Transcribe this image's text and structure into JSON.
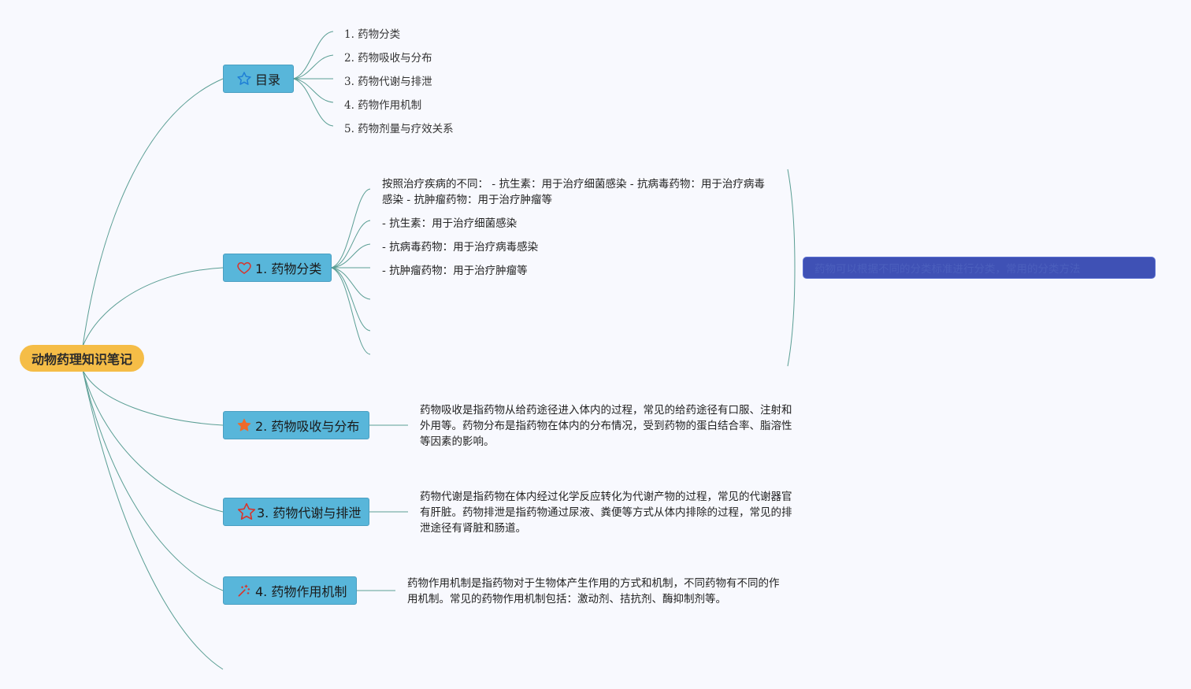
{
  "root": {
    "label": "动物药理知识笔记"
  },
  "toc": {
    "label": "目录",
    "icon": "star-outline-icon",
    "items": [
      "1. 药物分类",
      "2. 药物吸收与分布",
      "3. 药物代谢与排泄",
      "4. 药物作用机制",
      "5. 药物剂量与疗效关系"
    ]
  },
  "classification": {
    "label": "1. 药物分类",
    "icon": "heart-icon",
    "line1": "按照治疗疾病的不同：  - 抗生素：用于治疗细菌感染 - 抗病毒药物：用于治疗病毒",
    "line2": "感染 - 抗肿瘤药物：用于治疗肿瘤等",
    "items": [
      "- 抗生素：用于治疗细菌感染",
      "- 抗病毒药物：用于治疗病毒感染",
      "- 抗肿瘤药物：用于治疗肿瘤等"
    ],
    "summary": "药物可以根据不同的分类标准进行分类，常用的分类方法"
  },
  "absorption": {
    "label": "2. 药物吸收与分布",
    "icon": "star-filled-icon",
    "lines": [
      "药物吸收是指药物从给药途径进入体内的过程，常见的给药途径有口服、注射和",
      "外用等。药物分布是指药物在体内的分布情况，受到药物的蛋白结合率、脂溶性",
      "等因素的影响。"
    ]
  },
  "metabolism": {
    "label": "3. 药物代谢与排泄",
    "icon": "star-outline-red-icon",
    "lines": [
      "药物代谢是指药物在体内经过化学反应转化为代谢产物的过程，常见的代谢器官",
      "有肝脏。药物排泄是指药物通过尿液、粪便等方式从体内排除的过程，常见的排",
      "泄途径有肾脏和肠道。"
    ]
  },
  "mechanism": {
    "label": "4. 药物作用机制",
    "icon": "magic-wand-icon",
    "lines": [
      "药物作用机制是指药物对于生物体产生作用的方式和机制，不同药物有不同的作",
      "用机制。常见的药物作用机制包括：激动剂、拮抗剂、酶抑制剂等。"
    ]
  },
  "colors": {
    "root": "#f5bd47",
    "topic": "#58b6da",
    "line": "#5a9e94",
    "summary": "#3f51b5"
  }
}
